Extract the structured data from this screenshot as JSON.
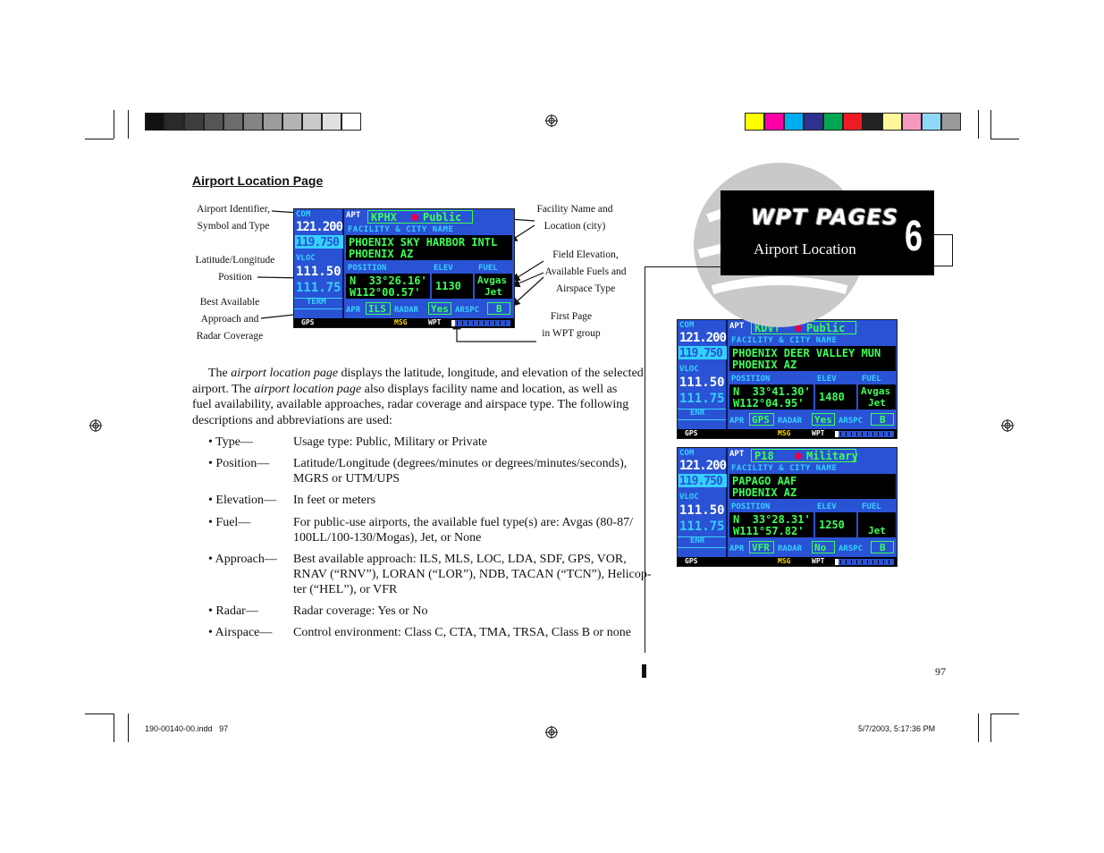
{
  "section_title": "Airport Location Page",
  "chapter": {
    "title": "WPT PAGES",
    "subtitle": "Airport Location",
    "number": "6"
  },
  "callouts": {
    "airport_identifier": [
      "Airport Identifier,",
      "Symbol and Type"
    ],
    "lat_long": [
      "Latitude/Longitude",
      "Position"
    ],
    "best_approach": [
      "Best Available",
      "Approach and",
      "Radar Coverage"
    ],
    "facility_name": [
      "Facility Name and",
      "Location (city)"
    ],
    "field_elevation": [
      "Field Elevation,",
      "Available Fuels and",
      "Airspace Type"
    ],
    "first_page": [
      "First Page",
      "in WPT group"
    ]
  },
  "screens": [
    {
      "com_label": "COM",
      "com_active": "121.200",
      "com_standby": "119.750",
      "vloc_label": "VLOC",
      "vloc_active": "111.50",
      "vloc_standby": "111.75",
      "mode": "TERM",
      "status_left": "GPS",
      "status_msg": "MSG",
      "status_wpt": "WPT",
      "apt_label": "APT",
      "identifier": "KPHX",
      "type": "Public",
      "facility_label": "FACILITY & CITY NAME",
      "facility_name": "PHOENIX SKY HARBOR INTL",
      "city": "PHOENIX AZ",
      "position_label": "POSITION",
      "elev_label": "ELEV",
      "fuel_label": "FUEL",
      "lat": "N  33°26.16'",
      "lon": "W112°00.57'",
      "elev": "1130",
      "fuel1": "Avgas",
      "fuel2": "Jet",
      "apr_label": "APR",
      "apr": "ILS",
      "radar_label": "RADAR",
      "radar": "Yes",
      "arspc_label": "ARSPC",
      "arspc": "B"
    },
    {
      "com_label": "COM",
      "com_active": "121.200",
      "com_standby": "119.750",
      "vloc_label": "VLOC",
      "vloc_active": "111.50",
      "vloc_standby": "111.75",
      "mode": "ENR",
      "status_left": "GPS",
      "status_msg": "MSG",
      "status_wpt": "WPT",
      "apt_label": "APT",
      "identifier": "KDVT",
      "type": "Public",
      "facility_label": "FACILITY & CITY NAME",
      "facility_name": "PHOENIX DEER VALLEY MUN",
      "city": "PHOENIX AZ",
      "position_label": "POSITION",
      "elev_label": "ELEV",
      "fuel_label": "FUEL",
      "lat": "N  33°41.30'",
      "lon": "W112°04.95'",
      "elev": "1480",
      "fuel1": "Avgas",
      "fuel2": "Jet",
      "apr_label": "APR",
      "apr": "GPS",
      "radar_label": "RADAR",
      "radar": "Yes",
      "arspc_label": "ARSPC",
      "arspc": "B"
    },
    {
      "com_label": "COM",
      "com_active": "121.200",
      "com_standby": "119.750",
      "vloc_label": "VLOC",
      "vloc_active": "111.50",
      "vloc_standby": "111.75",
      "mode": "ENR",
      "status_left": "GPS",
      "status_msg": "MSG",
      "status_wpt": "WPT",
      "apt_label": "APT",
      "identifier": "P18",
      "type": "Military",
      "facility_label": "FACILITY & CITY NAME",
      "facility_name": "PAPAGO AAF",
      "city": "PHOENIX AZ",
      "position_label": "POSITION",
      "elev_label": "ELEV",
      "fuel_label": "FUEL",
      "lat": "N  33°28.31'",
      "lon": "W111°57.82'",
      "elev": "1250",
      "fuel1": "",
      "fuel2": "Jet",
      "apr_label": "APR",
      "apr": "VFR",
      "radar_label": "RADAR",
      "radar": "No",
      "arspc_label": "ARSPC",
      "arspc": "B"
    }
  ],
  "intro": {
    "p1": "The ",
    "p1_italic": "airport location page",
    "p2": " displays the latitude, longitude, and elevation of the selected",
    "line2a": "airport. The ",
    "line2_italic": "airport location page",
    "line2b": " also displays facility name and location, as well as",
    "line3": "fuel availability, available approaches, radar coverage and airspace type. The following",
    "line4": "descriptions and abbreviations are used:"
  },
  "definitions": [
    {
      "term": "• Type—",
      "lines": [
        "Usage type: Public, Military or Private"
      ]
    },
    {
      "term": "• Position—",
      "lines": [
        "Latitude/Longitude (degrees/minutes or degrees/minutes/seconds),",
        "MGRS or UTM/UPS"
      ]
    },
    {
      "term": "• Elevation—",
      "lines": [
        "In feet or meters"
      ]
    },
    {
      "term": "• Fuel—",
      "lines": [
        "For public-use airports, the available fuel type(s) are: Avgas (80-87/",
        "100LL/100-130/Mogas), Jet, or None"
      ]
    },
    {
      "term": "• Approach—",
      "lines": [
        "Best available approach: ILS, MLS, LOC, LDA, SDF, GPS, VOR,",
        "RNAV (“RNV”), LORAN (“LOR”), NDB, TACAN (“TCN”), Helicop-",
        "ter (“HEL”), or VFR"
      ]
    },
    {
      "term": "• Radar—",
      "lines": [
        "Radar coverage: Yes or No"
      ]
    },
    {
      "term": "• Airspace—",
      "lines": [
        "Control environment: Class C, CTA, TMA, TRSA, Class B or none"
      ]
    }
  ],
  "page_number": "97",
  "footer_left": "190-00140-00.indd   97",
  "footer_right": "5/7/2003, 5:17:36 PM",
  "gray_swatches": [
    "#111111",
    "#2a2a2a",
    "#3e3e3e",
    "#555555",
    "#6c6c6c",
    "#848484",
    "#9c9c9c",
    "#b4b4b4",
    "#cbcbcb",
    "#e0e0e0",
    "#ffffff"
  ],
  "color_swatches": [
    "#ffff00",
    "#ff00a8",
    "#00aeef",
    "#2e3192",
    "#00a651",
    "#ed1c24",
    "#222222",
    "#fff799",
    "#f49ac1",
    "#8ed8f8",
    "#9a9a9a"
  ]
}
